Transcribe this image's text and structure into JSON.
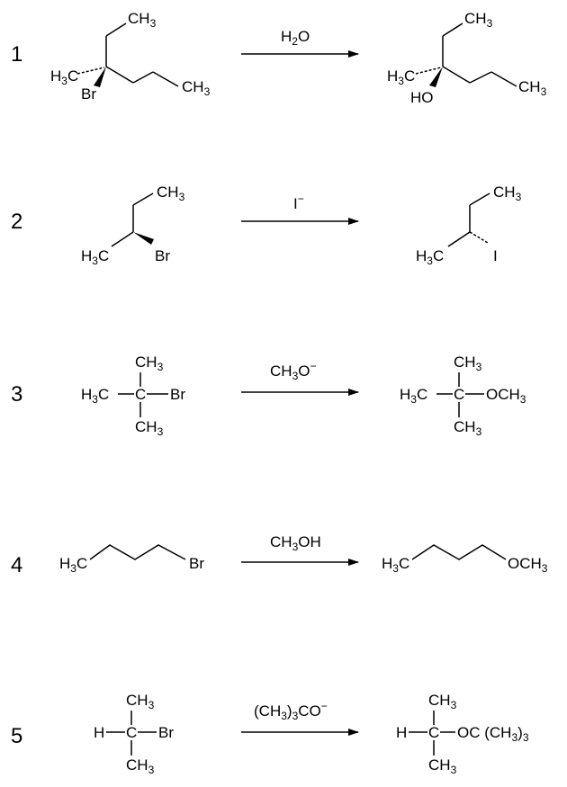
{
  "reactions": [
    {
      "number": "1",
      "reagent": {
        "pre": "H",
        "sub": "2",
        "post": "O"
      },
      "reactant": {
        "ch3_top": "CH",
        "ch3_top_sub": "3",
        "h3c": "H",
        "h3c_sub": "3",
        "h3c_post": "C",
        "ch3_right": "CH",
        "ch3_right_sub": "3",
        "leaving": "Br"
      },
      "product": {
        "ch3_top": "CH",
        "ch3_top_sub": "3",
        "h3c": "H",
        "h3c_sub": "3",
        "h3c_post": "C",
        "ch3_right": "CH",
        "ch3_right_sub": "3",
        "group": "HO"
      }
    },
    {
      "number": "2",
      "reagent": {
        "pre": "I",
        "sup": "−"
      },
      "reactant": {
        "ch3_top": "CH",
        "ch3_top_sub": "3",
        "h3c": "H",
        "h3c_sub": "3",
        "h3c_post": "C",
        "leaving": "Br"
      },
      "product": {
        "ch3_top": "CH",
        "ch3_top_sub": "3",
        "h3c": "H",
        "h3c_sub": "3",
        "h3c_post": "C",
        "group": "I"
      }
    },
    {
      "number": "3",
      "reagent": {
        "pre": "CH",
        "sub": "3",
        "post": "O",
        "sup": "−"
      },
      "reactant": {
        "ch3_top": "CH",
        "ch3_top_sub": "3",
        "h3c": "H",
        "h3c_sub": "3",
        "h3c_post": "C",
        "center": "C",
        "ch3_bottom": "CH",
        "ch3_bottom_sub": "3",
        "leaving": "Br"
      },
      "product": {
        "ch3_top": "CH",
        "ch3_top_sub": "3",
        "h3c": "H",
        "h3c_sub": "3",
        "h3c_post": "C",
        "center": "C",
        "ch3_bottom": "CH",
        "ch3_bottom_sub": "3",
        "group": "OCH",
        "group_sub": "3"
      }
    },
    {
      "number": "4",
      "reagent": {
        "pre": "CH",
        "sub": "3",
        "post": "OH"
      },
      "reactant": {
        "h3c": "H",
        "h3c_sub": "3",
        "h3c_post": "C",
        "leaving": "Br"
      },
      "product": {
        "h3c": "H",
        "h3c_sub": "3",
        "h3c_post": "C",
        "group": "OCH",
        "group_sub": "3"
      }
    },
    {
      "number": "5",
      "reagent": {
        "pre": "(CH",
        "sub": "3",
        "post": ")",
        "sub2": "3",
        "post2": "CO",
        "sup": "−"
      },
      "reactant": {
        "ch3_top": "CH",
        "ch3_top_sub": "3",
        "h": "H",
        "center": "C",
        "ch3_bottom": "CH",
        "ch3_bottom_sub": "3",
        "leaving": "Br"
      },
      "product": {
        "ch3_top": "CH",
        "ch3_top_sub": "3",
        "h": "H",
        "center": "C",
        "ch3_bottom": "CH",
        "ch3_bottom_sub": "3",
        "group": "OC (CH",
        "group_sub": "3",
        "group_post": ")",
        "group_sub2": "3"
      }
    }
  ]
}
